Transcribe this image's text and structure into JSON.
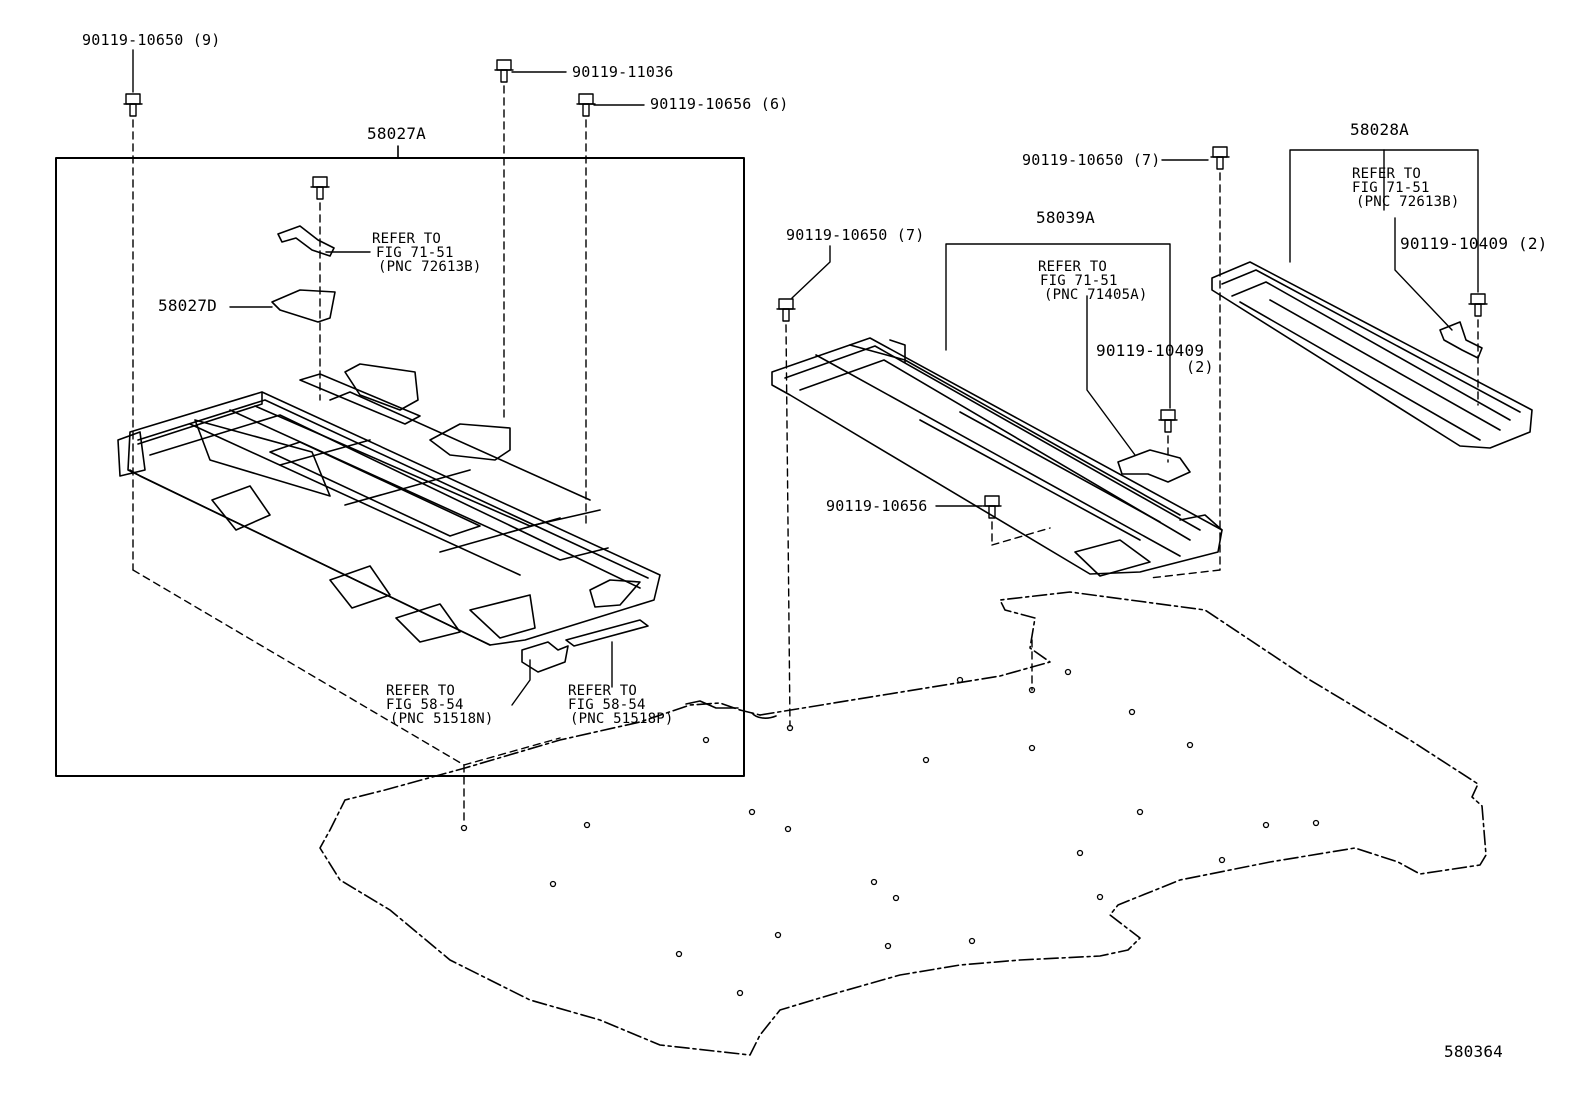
{
  "diagram": {
    "callouts": {
      "bolt_tl": "90119-10650 (9)",
      "bolt_top": "90119-11036",
      "bolt_top2": "90119-10656 (6)",
      "group_a": "58027A",
      "ref_a1_l1": "REFER TO",
      "ref_a1_l2": "FIG 71-51",
      "ref_a1_l3": "(PNC 72613B)",
      "bracket_d": "58027D",
      "ref_a2_l1": "REFER TO",
      "ref_a2_l2": "FIG 58-54",
      "ref_a2_l3": "(PNC 51518N)",
      "ref_a3_l1": "REFER TO",
      "ref_a3_l2": "FIG 58-54",
      "ref_a3_l3": "(PNC 51518P)",
      "bolt_mid": "90119-10650 (7)",
      "group_b": "58039A",
      "ref_b1_l1": "REFER TO",
      "ref_b1_l2": "FIG 71-51",
      "ref_b1_l3": "(PNC 71405A)",
      "bolt_b2_l1": "90119-10409",
      "bolt_b2_l2": "(2)",
      "bolt_b3": "90119-10656",
      "bolt_right": "90119-10650 (7)",
      "group_c": "58028A",
      "ref_c1_l1": "REFER TO",
      "ref_c1_l2": "FIG 71-51",
      "ref_c1_l3": "(PNC 72613B)",
      "bolt_c2": "90119-10409 (2)",
      "figure_no": "580364"
    }
  }
}
